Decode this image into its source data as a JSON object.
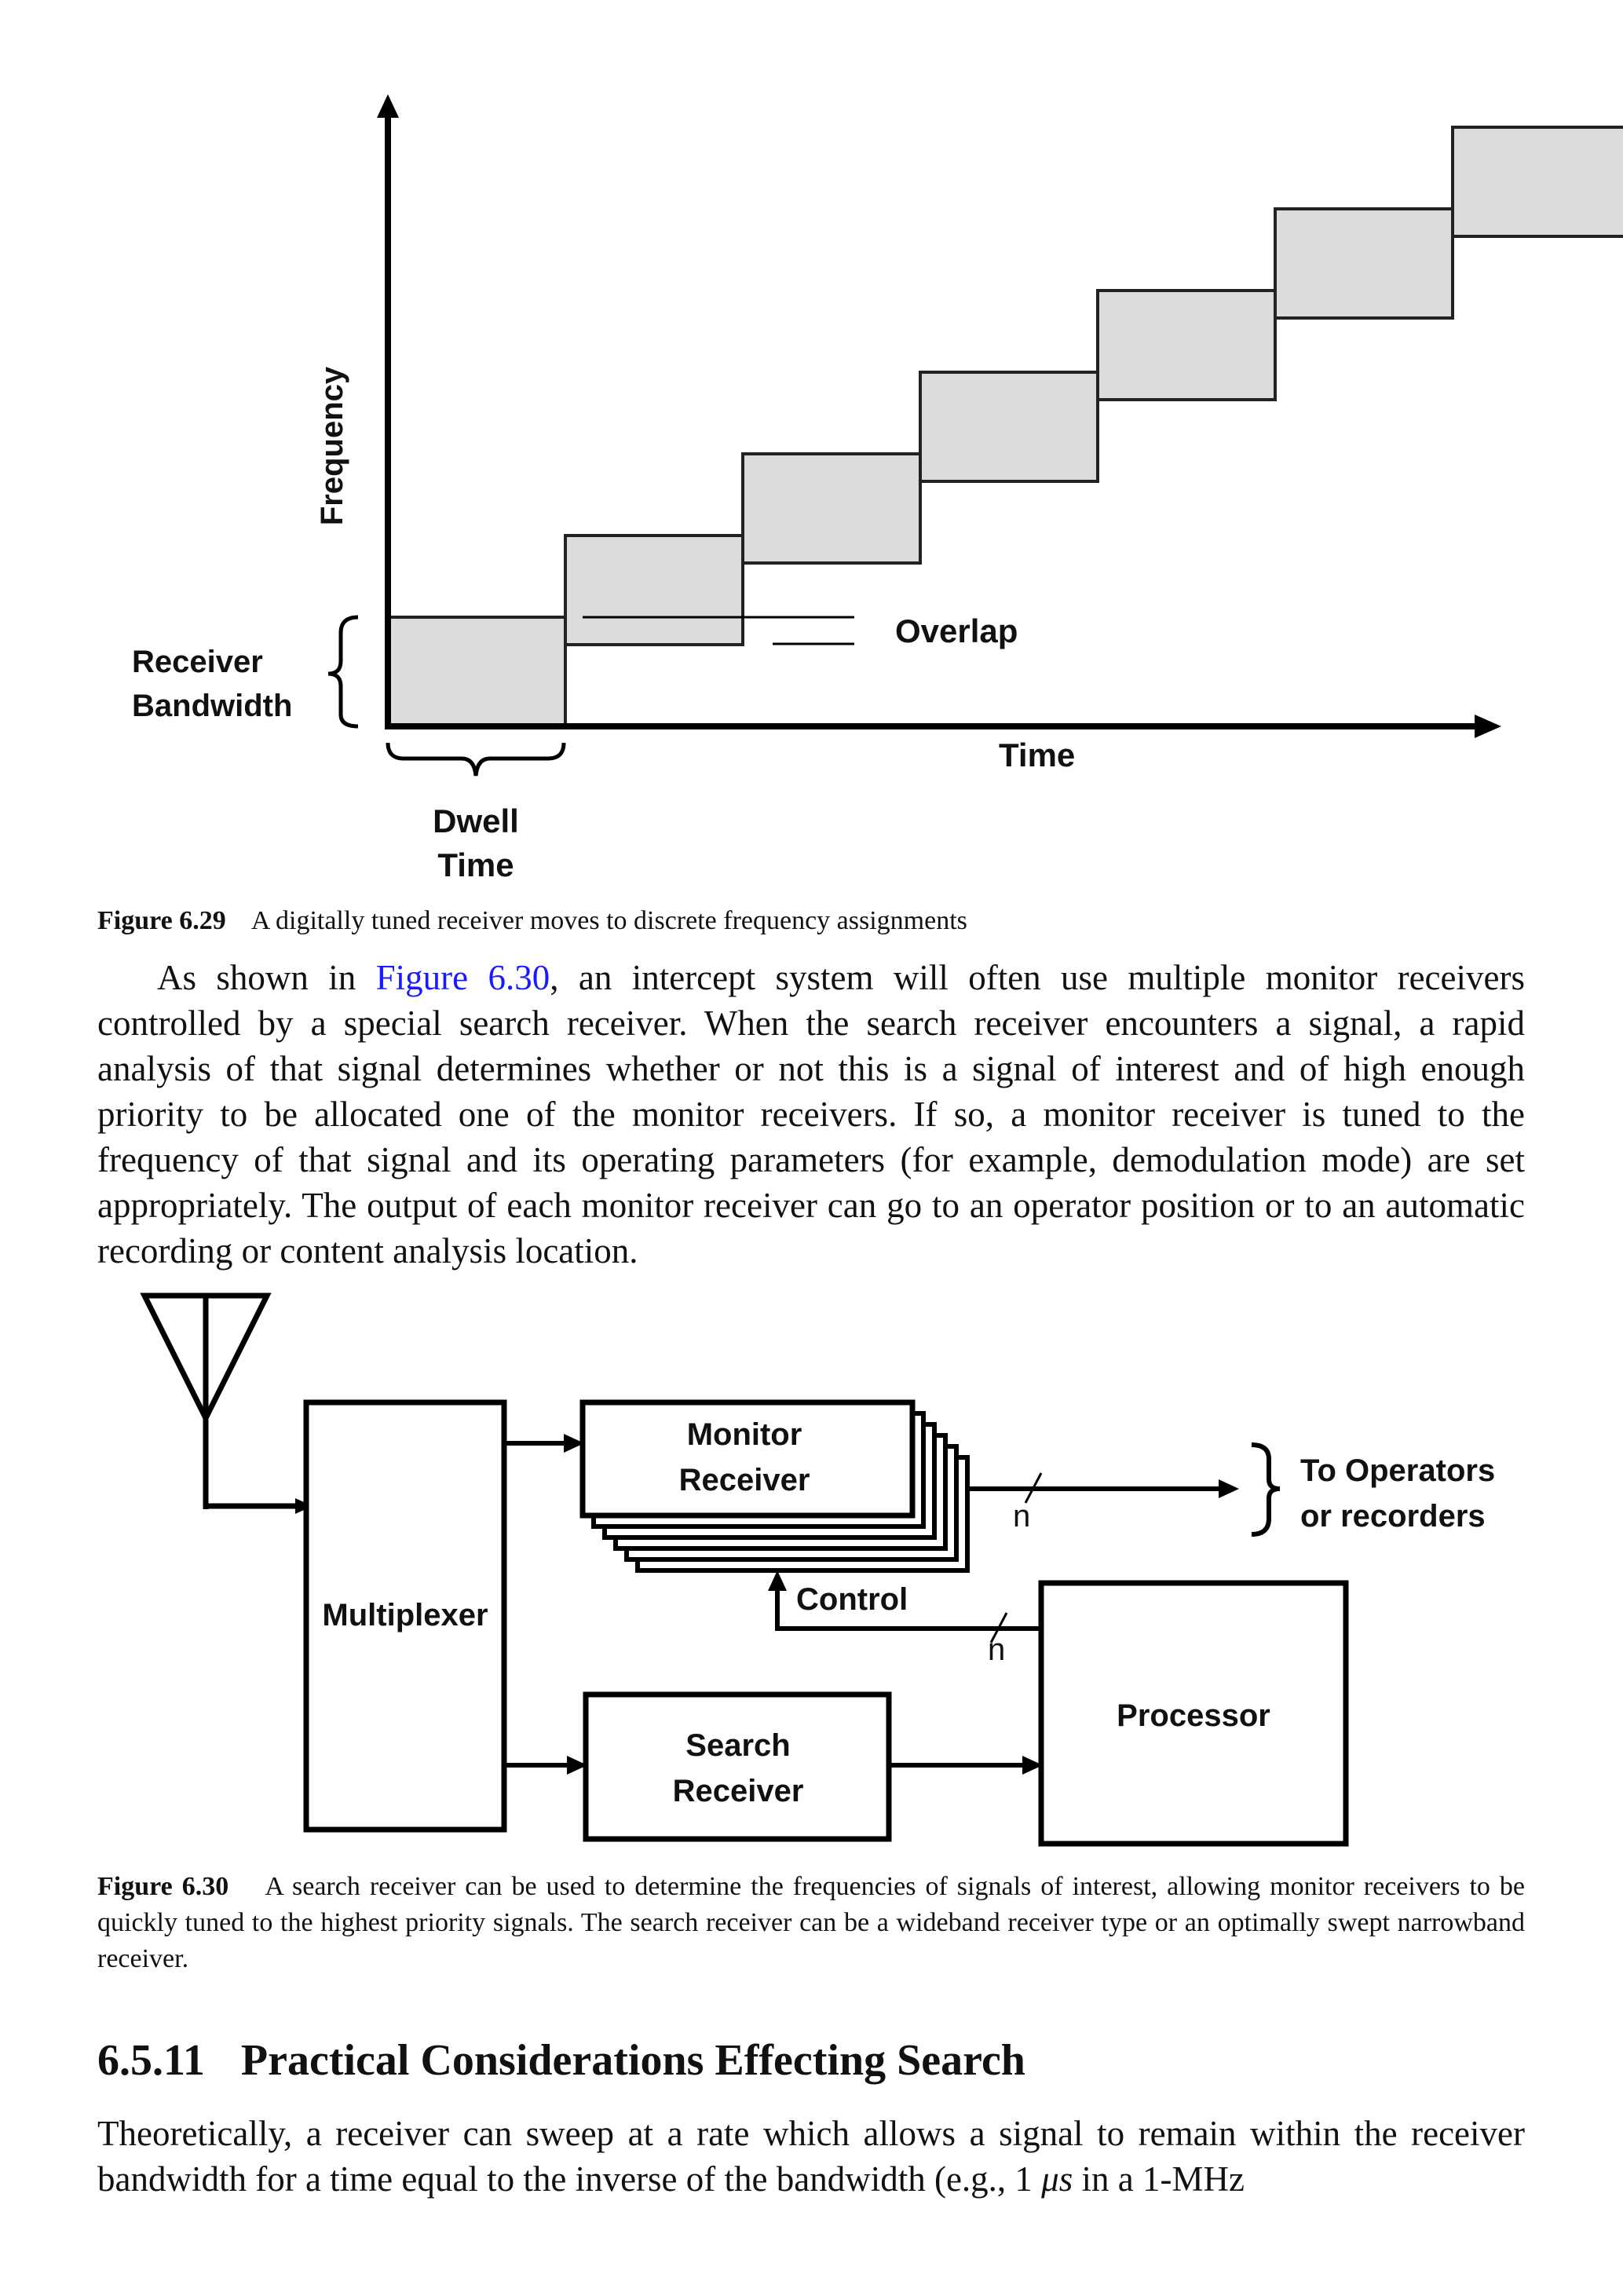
{
  "figure_629": {
    "axis_y": "Frequency",
    "axis_x": "Time",
    "receiver_bandwidth": [
      "Receiver",
      "Bandwidth"
    ],
    "overlap": "Overlap",
    "dwell_time": [
      "Dwell",
      "Time"
    ],
    "caption_label": "Figure 6.29",
    "caption_text": "A digitally tuned receiver moves to discrete frequency assignments",
    "step_count": 7
  },
  "paragraph_1": {
    "lead": "As shown in ",
    "link": "Figure 6.30",
    "rest": ", an intercept system will often use multiple monitor receivers controlled by a special search receiver. When the search receiver encounters a signal, a rapid analysis of that signal determines whether or not this is a signal of interest and of high enough priority to be allocated one of the monitor receivers. If so, a monitor receiver is tuned to the frequency of that signal and its operating parameters (for example, demodulation mode) are set appropriately. The output of each monitor receiver can go to an operator position or to an automatic recording or content analysis location."
  },
  "figure_630": {
    "multiplexer": "Multiplexer",
    "monitor_receiver": [
      "Monitor",
      "Receiver"
    ],
    "search_receiver": [
      "Search",
      "Receiver"
    ],
    "processor": "Processor",
    "control": "Control",
    "n": "n",
    "to_operators": [
      "To Operators",
      "or recorders"
    ],
    "caption_label": "Figure 6.30",
    "caption_text": "A search receiver can be used to determine the frequencies of signals of interest, allowing monitor receivers to be quickly tuned to the highest priority signals. The search receiver can be a wideband receiver type or an optimally swept narrowband receiver."
  },
  "section": {
    "number": "6.5.11",
    "title": "Practical Considerations Effecting Search"
  },
  "paragraph_2": {
    "before": "Theoretically, a receiver can sweep at a rate which allows a signal to remain within the receiver bandwidth for a time equal to the inverse of the bandwidth (e.g., 1 ",
    "unit": "μs",
    "after": " in a 1-MHz"
  }
}
